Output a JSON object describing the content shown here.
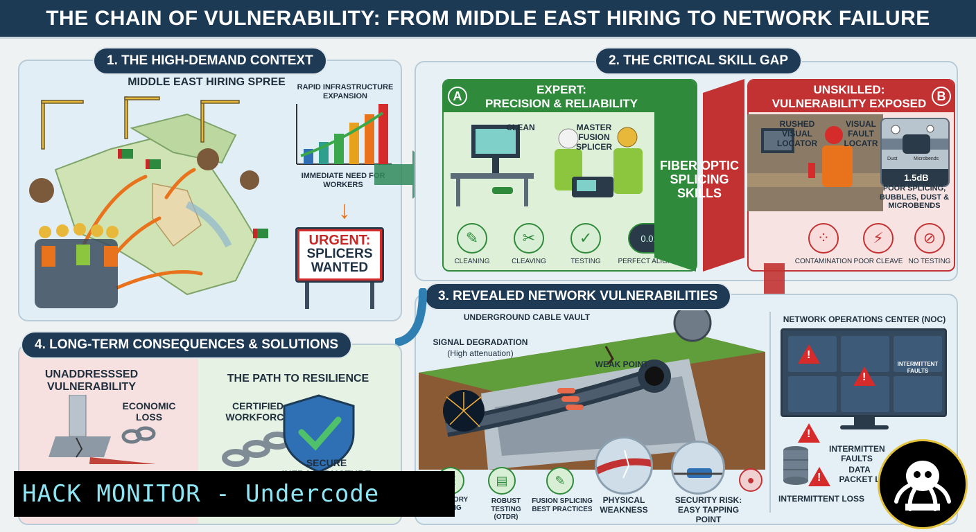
{
  "title": "THE CHAIN OF VULNERABILITY: FROM MIDDLE EAST HIRING TO NETWORK FAILURE",
  "section1": {
    "heading": "1. THE HIGH-DEMAND CONTEXT",
    "map_label": "MIDDLE EAST HIRING SPREE",
    "chart_top": "RAPID INFRASTRUCTURE EXPANSION",
    "chart_bottom": "IMMEDIATE NEED FOR WORKERS",
    "sign_line1": "URGENT:",
    "sign_line2": "SPLICERS",
    "sign_line3": "WANTED"
  },
  "section2": {
    "heading": "2. THE CRITICAL SKILL GAP",
    "expert_badge": "A",
    "expert_title_1": "EXPERT:",
    "expert_title_2": "PRECISION & RELIABILITY",
    "clean_label": "CLEAN",
    "master_label": "MASTER FUSION SPLICER",
    "expert_loss": "0.01dB",
    "expert_steps": [
      "CLEANING",
      "CLEAVING",
      "TESTING",
      "PERFECT ALIGNMENT"
    ],
    "center_label": "FIBER OPTIC SPLICING SKILLS",
    "unskilled_badge": "B",
    "unskilled_title_1": "UNSKILLED:",
    "unskilled_title_2": "VULNERABILITY EXPOSED",
    "rushed_label": "RUSHED VISUAL LOCATOR",
    "vfl_label": "VISUAL FAULT LOCATR",
    "unskilled_loss": "1.5dB",
    "fiber_tag_left": "Dust",
    "fiber_tag_right": "Microbends",
    "poor_label": "POOR SPLICING, BUBBLES, DUST & MICROBENDS",
    "unskilled_steps": [
      "CONTAMINATION",
      "POOR CLEAVE",
      "NO TESTING"
    ]
  },
  "section3": {
    "heading": "3. REVEALED NETWORK VULNERABILITIES",
    "vault_label": "UNDERGROUND CABLE VAULT",
    "signal_label": "SIGNAL DEGRADATION",
    "signal_sub": "(High attenuation)",
    "weak_label": "WEAK POINT",
    "noc_label": "NETWORK OPERATIONS CENTER (NOC)",
    "intermittent_screen": "INTERMITTENT FAULTS",
    "physical": "PHYSICAL WEAKNESS",
    "security": "SECURITY RISK: EASY TAPPING POINT",
    "solution_partial": "TORY\nING",
    "robust": "ROBUST TESTING (OTDR)",
    "fusion": "FUSION SPLICING BEST PRACTICES",
    "int_faults": "INTERMITTEN FAULTS",
    "data_loss": "DATA PACKET L",
    "intermittent_loss": "INTERMITTENT LOSS"
  },
  "section4": {
    "heading": "4. LONG-TERM CONSEQUENCES & SOLUTIONS",
    "unaddressed": "UNADDRESSSED VULNERABILITY",
    "economic": "ECONOMIC LOSS",
    "path": "THE PATH TO RESILIENCE",
    "certified": "CERTIFIED WORKFORCE",
    "secure": "SECURE INFRASTRUCTURE"
  },
  "watermark": "HACK MONITOR - Undercode",
  "colors": {
    "navy": "#1d3a55",
    "green": "#2f8a3c",
    "red": "#c23232",
    "orange": "#e8731c"
  }
}
